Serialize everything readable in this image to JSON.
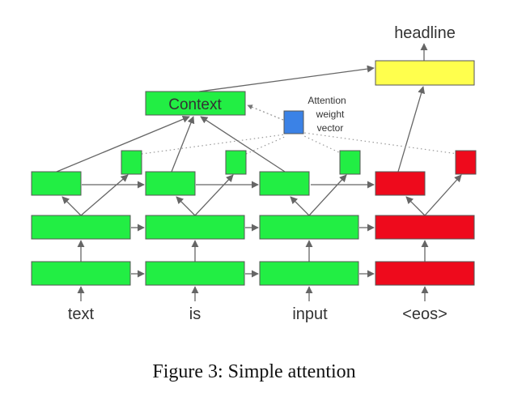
{
  "inputs": [
    "text",
    "is",
    "input",
    "<eos>"
  ],
  "output_label": "headline",
  "context_label": "Context",
  "attention_label": [
    "Attention",
    "weight",
    "vector"
  ],
  "caption": "Figure 3: Simple attention",
  "colors": {
    "encoder": "#22ee44",
    "decoder": "#ee0a1c",
    "output": "#ffff4d",
    "attention": "#3b82e6",
    "arrow": "#666666",
    "dotted": "#999999",
    "border": "#555555"
  }
}
